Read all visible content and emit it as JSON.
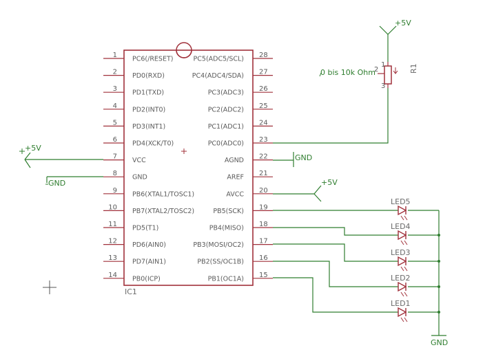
{
  "colors": {
    "wire": "#2e7d2e",
    "part": "#a0303a",
    "pin_text": "#5a5a5a",
    "label_text": "#6a6a6a"
  },
  "ic": {
    "name": "IC1",
    "left_pins": [
      {
        "num": "1",
        "name": "PC6(/RESET)"
      },
      {
        "num": "2",
        "name": "PD0(RXD)"
      },
      {
        "num": "3",
        "name": "PD1(TXD)"
      },
      {
        "num": "4",
        "name": "PD2(INT0)"
      },
      {
        "num": "5",
        "name": "PD3(INT1)"
      },
      {
        "num": "6",
        "name": "PD4(XCK/T0)"
      },
      {
        "num": "7",
        "name": "VCC"
      },
      {
        "num": "8",
        "name": "GND"
      },
      {
        "num": "9",
        "name": "PB6(XTAL1/TOSC1)"
      },
      {
        "num": "10",
        "name": "PB7(XTAL2/TOSC2)"
      },
      {
        "num": "11",
        "name": "PD5(T1)"
      },
      {
        "num": "12",
        "name": "PD6(AIN0)"
      },
      {
        "num": "13",
        "name": "PD7(AIN1)"
      },
      {
        "num": "14",
        "name": "PB0(ICP)"
      }
    ],
    "right_pins": [
      {
        "num": "28",
        "name": "PC5(ADC5/SCL)"
      },
      {
        "num": "27",
        "name": "PC4(ADC4/SDA)"
      },
      {
        "num": "26",
        "name": "PC3(ADC3)"
      },
      {
        "num": "25",
        "name": "PC2(ADC2)"
      },
      {
        "num": "24",
        "name": "PC1(ADC1)"
      },
      {
        "num": "23",
        "name": "PC0(ADC0)"
      },
      {
        "num": "22",
        "name": "AGND"
      },
      {
        "num": "21",
        "name": "AREF"
      },
      {
        "num": "20",
        "name": "AVCC"
      },
      {
        "num": "19",
        "name": "PB5(SCK)"
      },
      {
        "num": "18",
        "name": "PB4(MISO)"
      },
      {
        "num": "17",
        "name": "PB3(MOSI/OC2)"
      },
      {
        "num": "16",
        "name": "PB2(SS/OC1B)"
      },
      {
        "num": "15",
        "name": "PB1(OC1A)"
      }
    ]
  },
  "net_labels": {
    "vcc_left": "+5V",
    "gnd_left": "GND",
    "agnd": "GND",
    "avcc": "+5V",
    "pot_supply": "+5V",
    "led_gnd": "GND"
  },
  "potentiometer": {
    "name": "R1",
    "value": "0 bis 10k Ohm",
    "pin1": "1",
    "pin2": "2",
    "pin3": "3"
  },
  "leds": [
    {
      "name": "LED5"
    },
    {
      "name": "LED4"
    },
    {
      "name": "LED3"
    },
    {
      "name": "LED2"
    },
    {
      "name": "LED1"
    }
  ]
}
